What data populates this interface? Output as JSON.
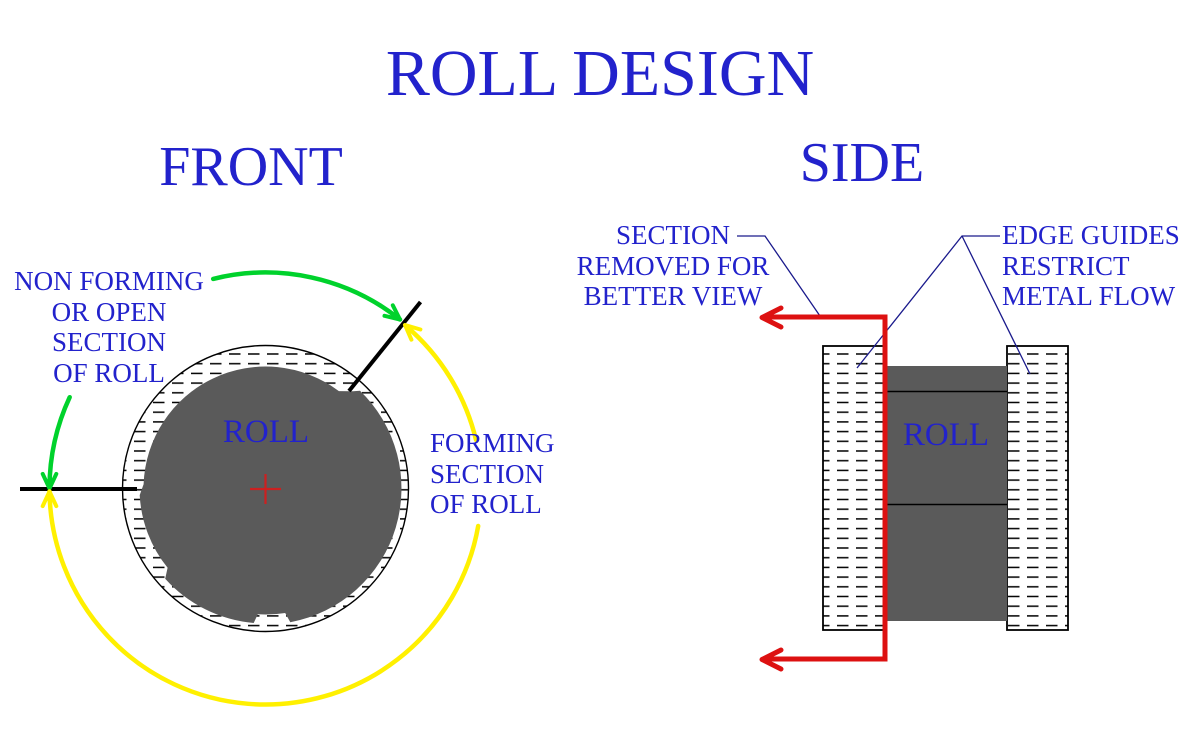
{
  "title": "ROLL DESIGN",
  "front": {
    "heading": "FRONT",
    "roll_label": "ROLL",
    "non_forming_lines": [
      "NON FORMING",
      "OR OPEN",
      "SECTION",
      "OF ROLL"
    ],
    "forming_lines": [
      "FORMING",
      "SECTION",
      "OF ROLL"
    ]
  },
  "side": {
    "heading": "SIDE",
    "roll_label": "ROLL",
    "section_removed_lines": [
      "SECTION",
      "REMOVED FOR",
      "BETTER VIEW"
    ],
    "edge_guides_lines": [
      "EDGE GUIDES",
      "RESTRICT",
      "METAL FLOW"
    ]
  },
  "colors": {
    "text_blue": "#2222cc",
    "leader_navy": "#1a1a8c",
    "arc_green": "#00d22c",
    "arc_yellow": "#fff000",
    "marker_red": "#dd1111",
    "roll_gray": "#5a5a5a",
    "line_black": "#000000"
  }
}
